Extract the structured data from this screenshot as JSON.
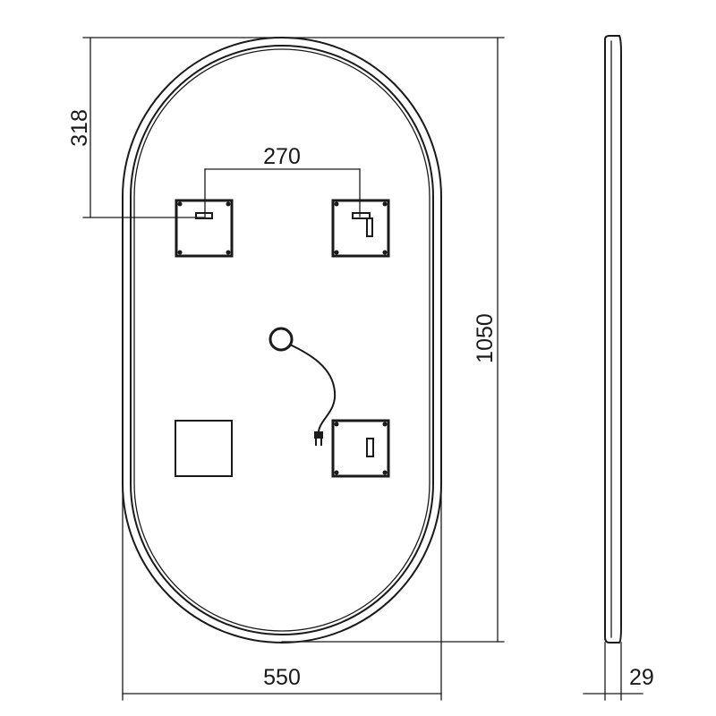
{
  "dimensions": {
    "height_total": "1050",
    "width_total": "550",
    "hanger_spacing": "270",
    "hanger_offset_top": "318",
    "depth": "29"
  },
  "colors": {
    "line": "#1a1a1a",
    "background": "#ffffff"
  }
}
